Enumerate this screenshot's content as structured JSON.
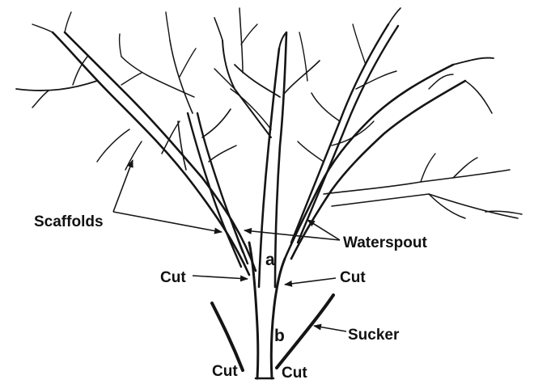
{
  "diagram": {
    "labels": {
      "scaffolds": "Scaffolds",
      "waterspout": "Waterspout",
      "cut_left_mid": "Cut",
      "cut_right_mid": "Cut",
      "cut_bottom_left": "Cut",
      "cut_bottom_right": "Cut",
      "sucker": "Sucker",
      "marker_a": "a",
      "marker_b": "b"
    },
    "colors": {
      "ink": "#151515",
      "background": "#ffffff"
    }
  }
}
